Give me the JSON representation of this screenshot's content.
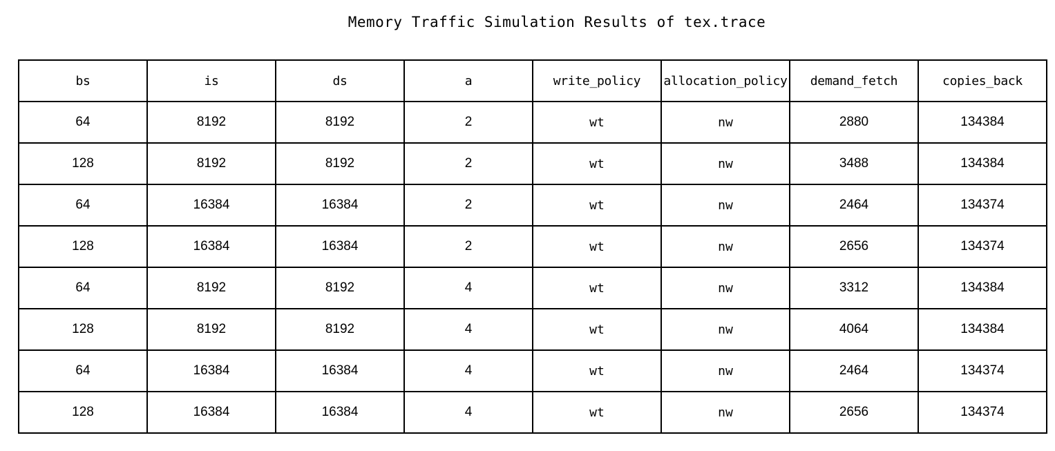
{
  "chart_data": {
    "type": "table",
    "title": "Memory Traffic Simulation Results of tex.trace",
    "columns": [
      "bs",
      "is",
      "ds",
      "a",
      "write_policy",
      "allocation_policy",
      "demand_fetch",
      "copies_back"
    ],
    "rows": [
      [
        "64",
        "8192",
        "8192",
        "2",
        "wt",
        "nw",
        "2880",
        "134384"
      ],
      [
        "128",
        "8192",
        "8192",
        "2",
        "wt",
        "nw",
        "3488",
        "134384"
      ],
      [
        "64",
        "16384",
        "16384",
        "2",
        "wt",
        "nw",
        "2464",
        "134374"
      ],
      [
        "128",
        "16384",
        "16384",
        "2",
        "wt",
        "nw",
        "2656",
        "134374"
      ],
      [
        "64",
        "8192",
        "8192",
        "4",
        "wt",
        "nw",
        "3312",
        "134384"
      ],
      [
        "128",
        "8192",
        "8192",
        "4",
        "wt",
        "nw",
        "4064",
        "134384"
      ],
      [
        "64",
        "16384",
        "16384",
        "4",
        "wt",
        "nw",
        "2464",
        "134374"
      ],
      [
        "128",
        "16384",
        "16384",
        "4",
        "wt",
        "nw",
        "2656",
        "134374"
      ]
    ]
  }
}
